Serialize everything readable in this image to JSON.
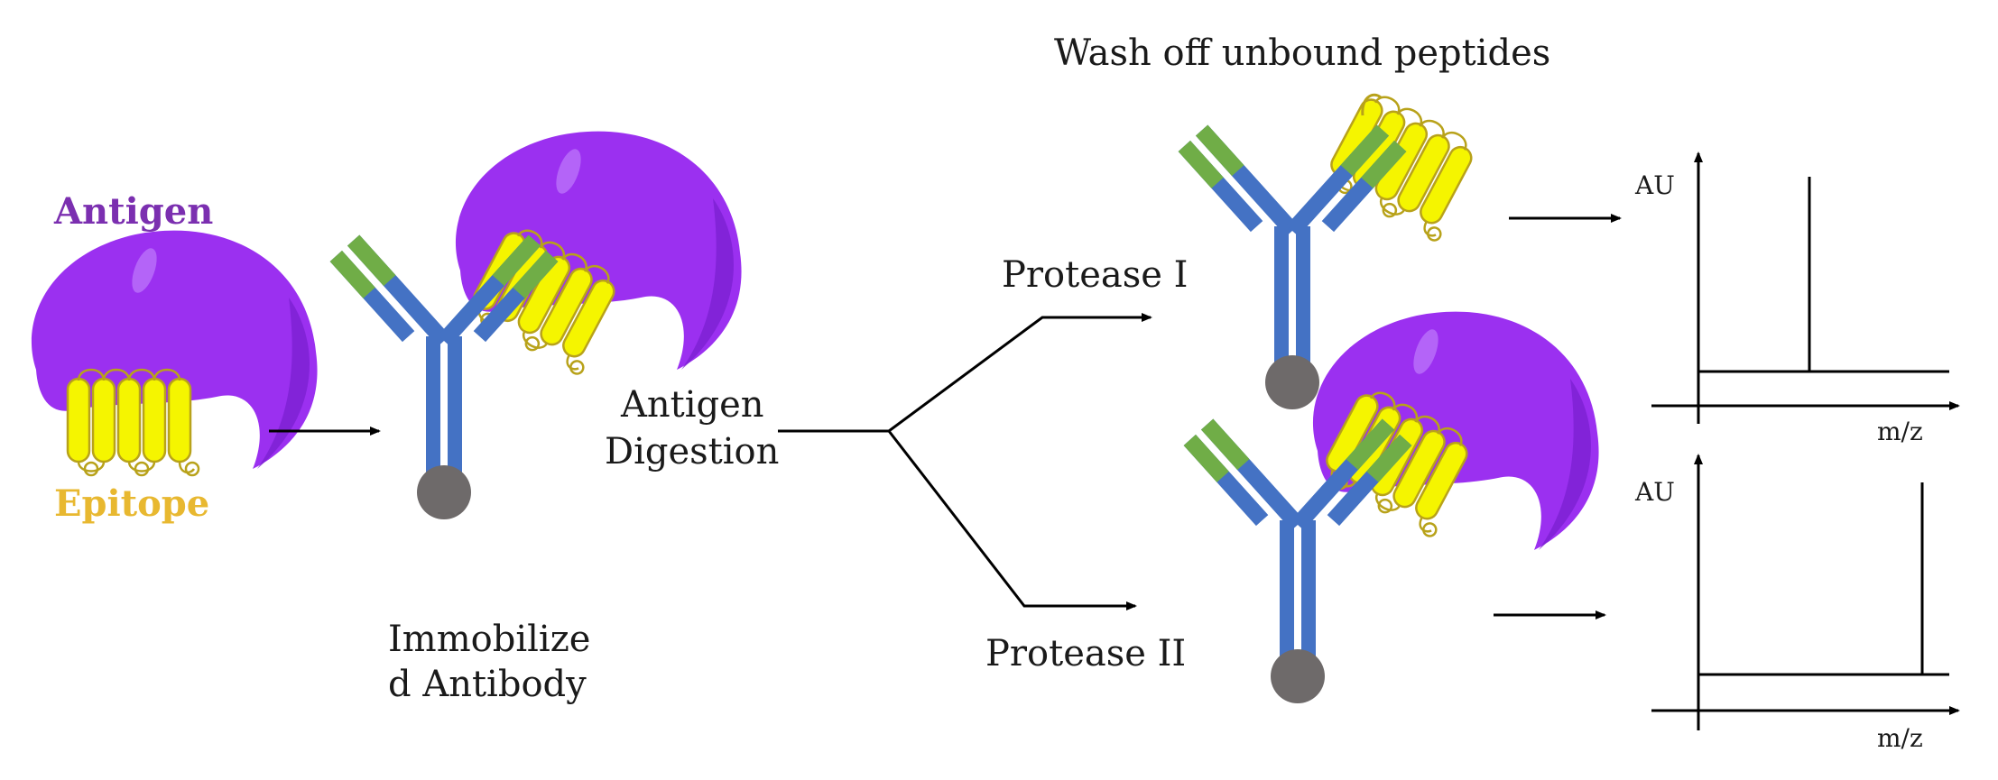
{
  "labels": {
    "antigen": "Antigen",
    "epitope": "Epitope",
    "immobilized_line1": "Immobilize",
    "immobilized_line2": "d Antibody",
    "digestion_line1": "Antigen",
    "digestion_line2": "Digestion",
    "protease1": "Protease I",
    "protease2": "Protease II",
    "wash": "Wash off unbound  peptides"
  },
  "charts": [
    {
      "ylabel": "AU",
      "xlabel": "m/z"
    },
    {
      "ylabel": "AU",
      "xlabel": "m/z"
    }
  ],
  "colors": {
    "antigen": "#9b30f0",
    "antigen_shade": "#7a1fd0",
    "epitope": "#f5f500",
    "epitope_outline": "#b8a21a",
    "antigen_label": "#7b2fb0",
    "epitope_label": "#e8b830",
    "antibody_blue": "#4472c4",
    "antibody_green": "#70ad47",
    "fc_gray": "#6e6a6a"
  }
}
